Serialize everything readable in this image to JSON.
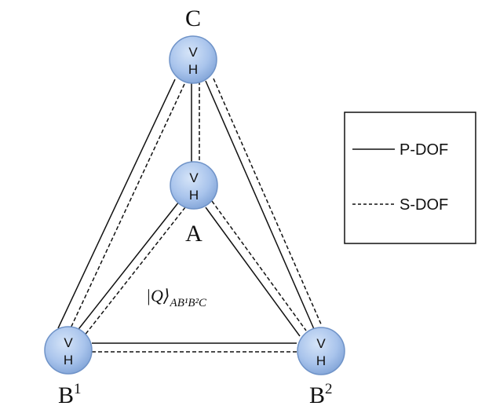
{
  "nodes": {
    "C": {
      "top": "V",
      "bottom": "H",
      "label": "C"
    },
    "A": {
      "top": "V",
      "bottom": "H",
      "label": "A"
    },
    "B1": {
      "top": "V",
      "bottom": "H",
      "label": "B",
      "sup": "1"
    },
    "B2": {
      "top": "V",
      "bottom": "H",
      "label": "B",
      "sup": "2"
    }
  },
  "state_label": {
    "main": "|Q⟩",
    "subscript": "AB¹B²C"
  },
  "legend": {
    "solid_label": "P-DOF",
    "dashed_label": "S-DOF"
  },
  "colors": {
    "node_fill": "#a9c4ec",
    "node_stroke": "#6f93c8",
    "line": "#111111"
  }
}
